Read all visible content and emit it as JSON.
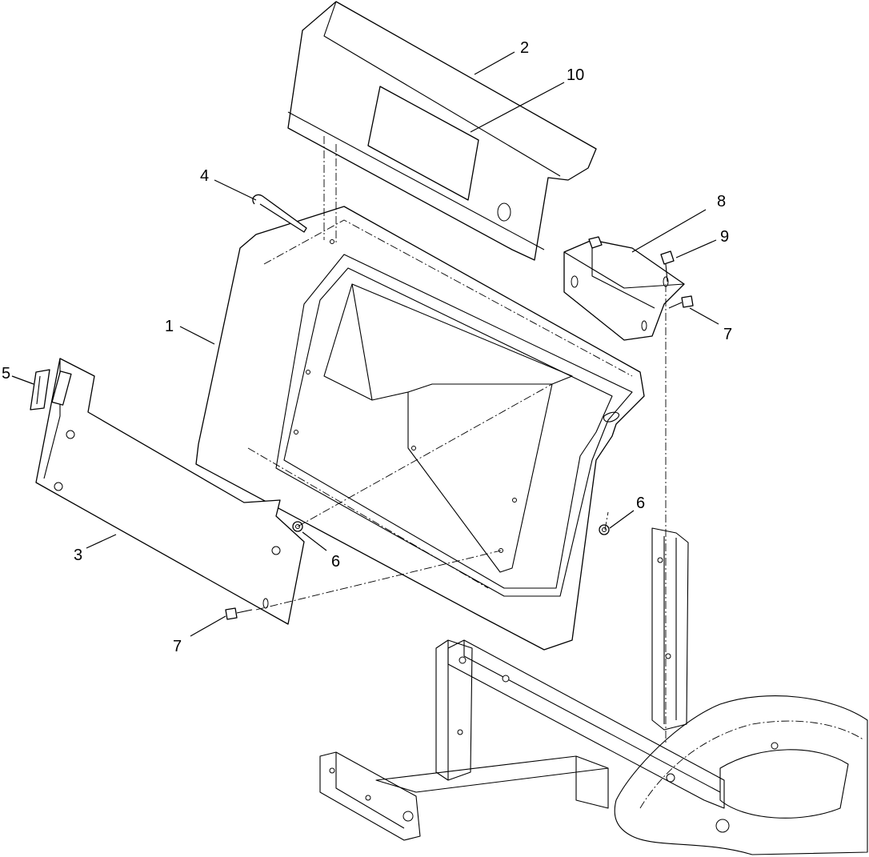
{
  "callouts": [
    {
      "id": "c1",
      "label": "1"
    },
    {
      "id": "c2",
      "label": "2"
    },
    {
      "id": "c3",
      "label": "3"
    },
    {
      "id": "c4",
      "label": "4"
    },
    {
      "id": "c5",
      "label": "5"
    },
    {
      "id": "c6a",
      "label": "6"
    },
    {
      "id": "c6b",
      "label": "6"
    },
    {
      "id": "c7a",
      "label": "7"
    },
    {
      "id": "c7b",
      "label": "7"
    },
    {
      "id": "c8",
      "label": "8"
    },
    {
      "id": "c9",
      "label": "9"
    },
    {
      "id": "c10",
      "label": "10"
    }
  ]
}
